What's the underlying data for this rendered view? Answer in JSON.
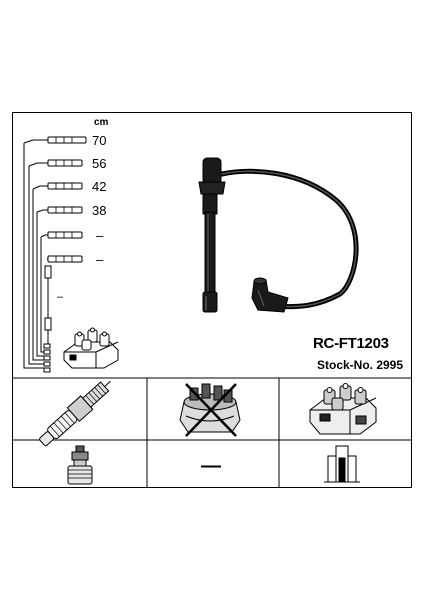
{
  "product": {
    "code": "RC-FT1203",
    "stock": "Stock-No. 2995"
  },
  "lengths": {
    "unit": "cm",
    "items": [
      "70",
      "56",
      "42",
      "38",
      "–",
      "–"
    ],
    "extra": "–"
  },
  "compatibility": {
    "coil_pack_mark": "—"
  },
  "icons": {
    "wire_set": "ignition-wire-icon",
    "spark_plug": "spark-plug-icon",
    "distributor_cap": "distributor-cap-crossed-icon",
    "ignition_coil": "ignition-coil-icon",
    "plug_terminal": "plug-terminal-icon",
    "coil_connector": "coil-connector-icon"
  }
}
